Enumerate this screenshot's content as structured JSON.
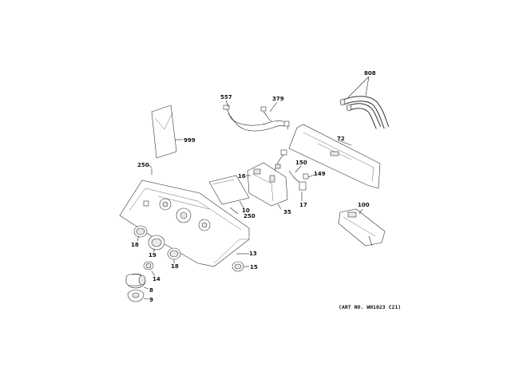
{
  "art_number": "(ART NO. WH1023 C21)",
  "callouts": {
    "c999": "999",
    "c557": "557",
    "c379": "379",
    "c808": "808",
    "c72": "72",
    "c250a": "250",
    "c16": "16",
    "c150": "150",
    "c149": "149",
    "c10": "10",
    "c250b": "250",
    "c35": "35",
    "c17": "17",
    "c100": "100",
    "c18a": "18",
    "c19": "19",
    "c18b": "18",
    "c13": "13",
    "c14": "14",
    "c15": "15",
    "c8": "8",
    "c9": "9"
  }
}
